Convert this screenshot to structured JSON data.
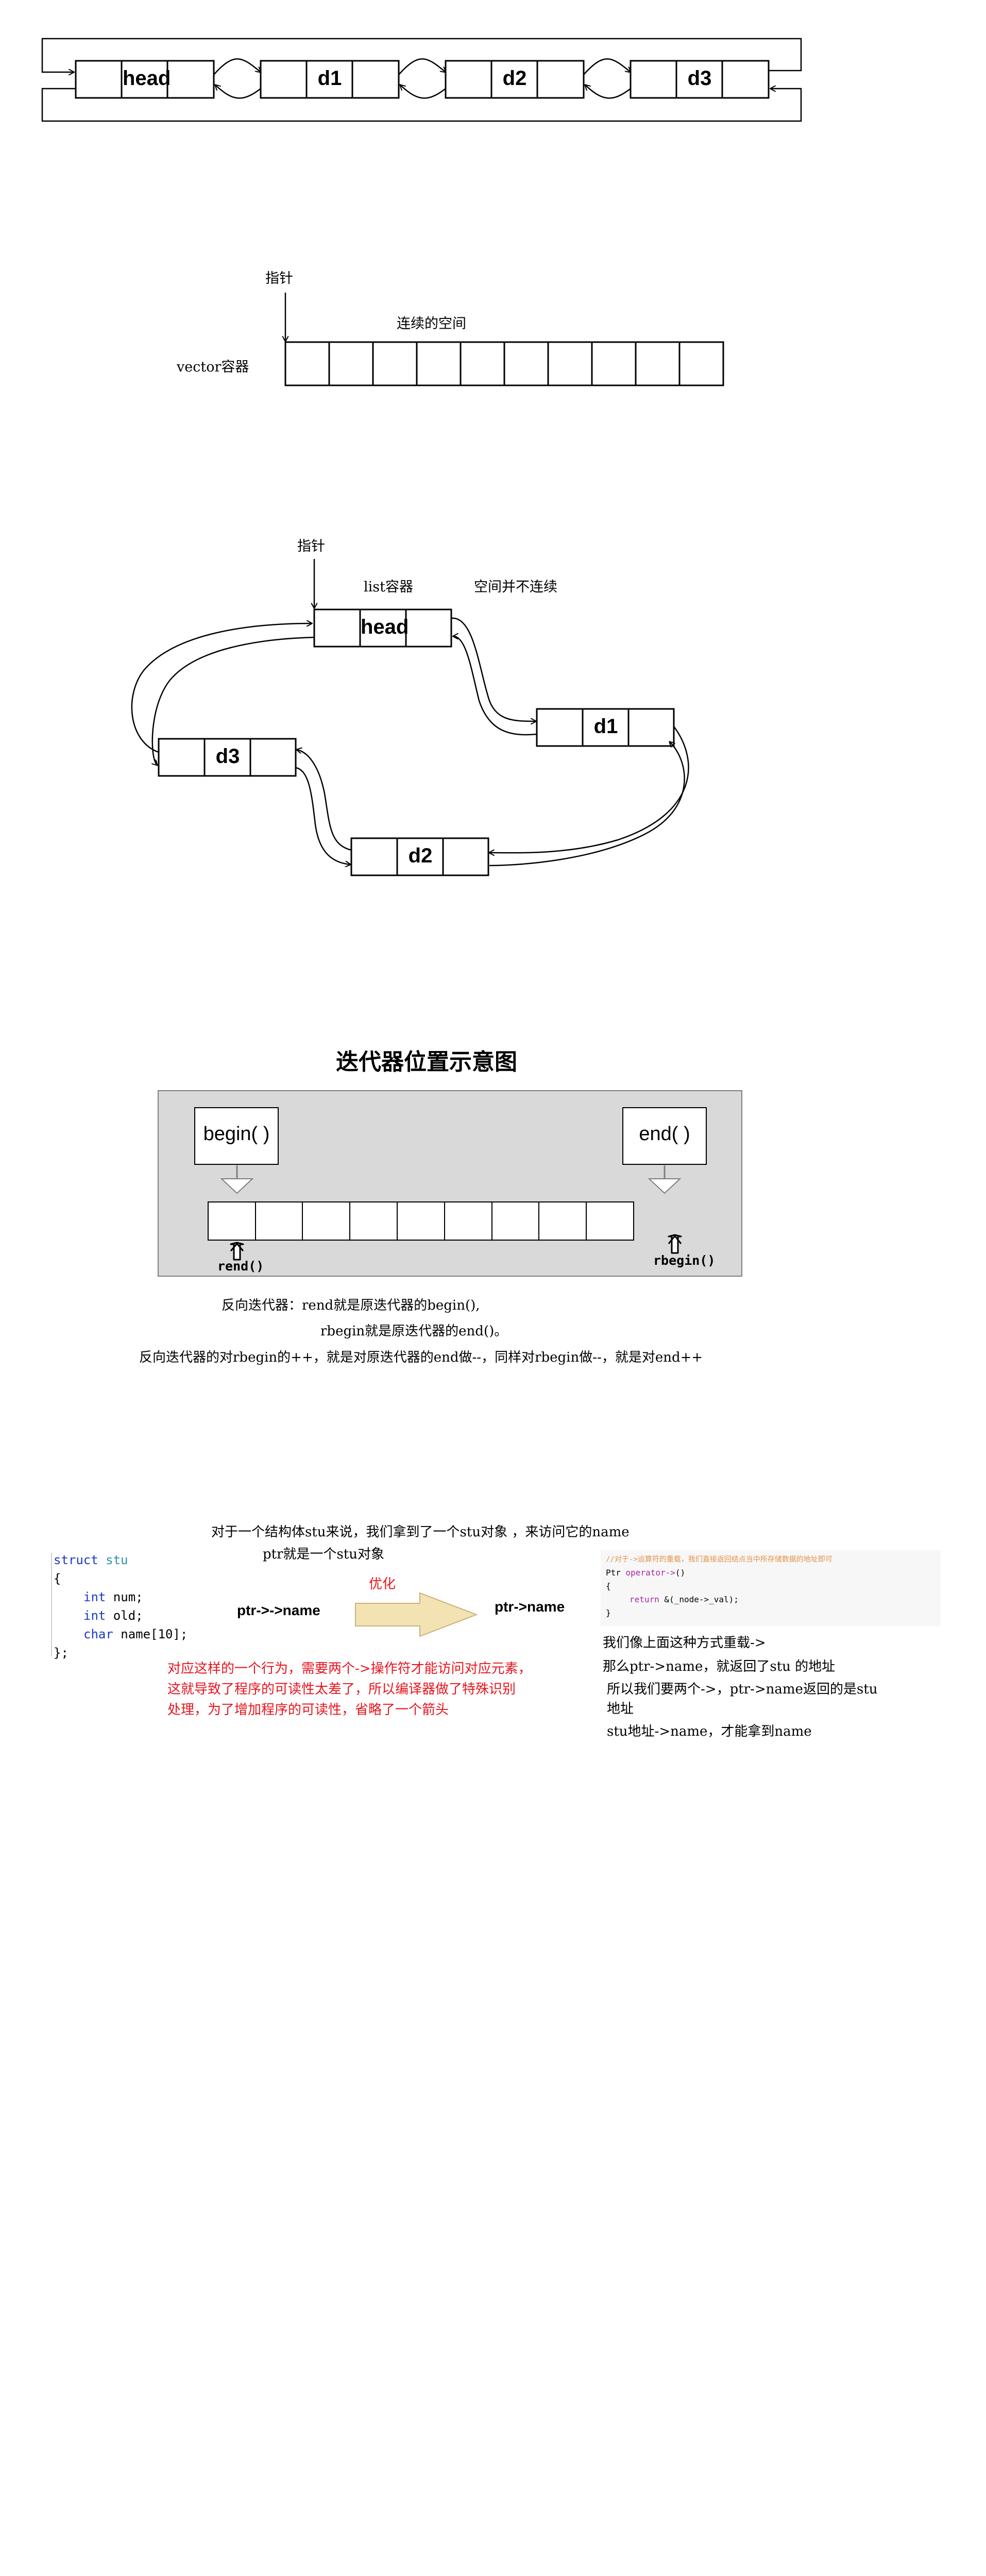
{
  "list1": {
    "nodes": [
      "head",
      "d1",
      "d2",
      "d3"
    ]
  },
  "vector": {
    "pointer_label": "指针",
    "space_label": "连续的空间",
    "container_label": "vector容器"
  },
  "list2": {
    "pointer_label": "指针",
    "container_label": "list容器",
    "space_label": "空间并不连续",
    "nodes": [
      "head",
      "d1",
      "d2",
      "d3"
    ]
  },
  "iterator": {
    "title": "迭代器位置示意图",
    "begin_label": "begin( )",
    "end_label": "end( )",
    "rend_label": "rend()",
    "rbegin_label": "rbegin()",
    "line1": "反向迭代器：rend就是原迭代器的begin(),",
    "line2": "rbegin就是原迭代器的end()。",
    "line3": "反向迭代器的对rbegin的++，就是对原迭代器的end做--，同样对rbegin做--，就是对end++"
  },
  "arrow_op": {
    "intro1": "对于一个结构体stu来说，我们拿到了一个stu对象 ，来访问它的name",
    "intro2": "ptr就是一个stu对象",
    "code": {
      "line1_kw": "struct",
      "line1_name": "stu",
      "open": "{",
      "f1_type": "int",
      "f1_rest": " num;",
      "f2_type": "int",
      "f2_rest": " old;",
      "f3_type": "char",
      "f3_rest": " name[10];",
      "close": "};"
    },
    "before": "ptr->->name",
    "optimize": "优化",
    "after": "ptr->name",
    "red_note1": "对应这样的一个行为，需要两个->操作符才能访问对应元素，",
    "red_note2": "这就导致了程序的可读性太差了，所以编译器做了特殊识别",
    "red_note3": "处理，为了增加程序的可读性，省略了一个箭头",
    "snippet": {
      "comment": "//对于->运算符的重载，我们直接返回结点当中所存储数据的地址即可",
      "sig_type": "Ptr ",
      "sig_kw": "operator->",
      "sig_end": "()",
      "open": "{",
      "ret_kw": "return",
      "ret_rest": " &(_node->_val);",
      "close": "}"
    },
    "expl1": "我们像上面这种方式重载->",
    "expl2": "那么ptr->name，就返回了stu 的地址",
    "expl3": "所以我们要两个->，ptr->name返回的是stu",
    "expl4": "地址",
    "expl5": "stu地址->name，才能拿到name"
  }
}
